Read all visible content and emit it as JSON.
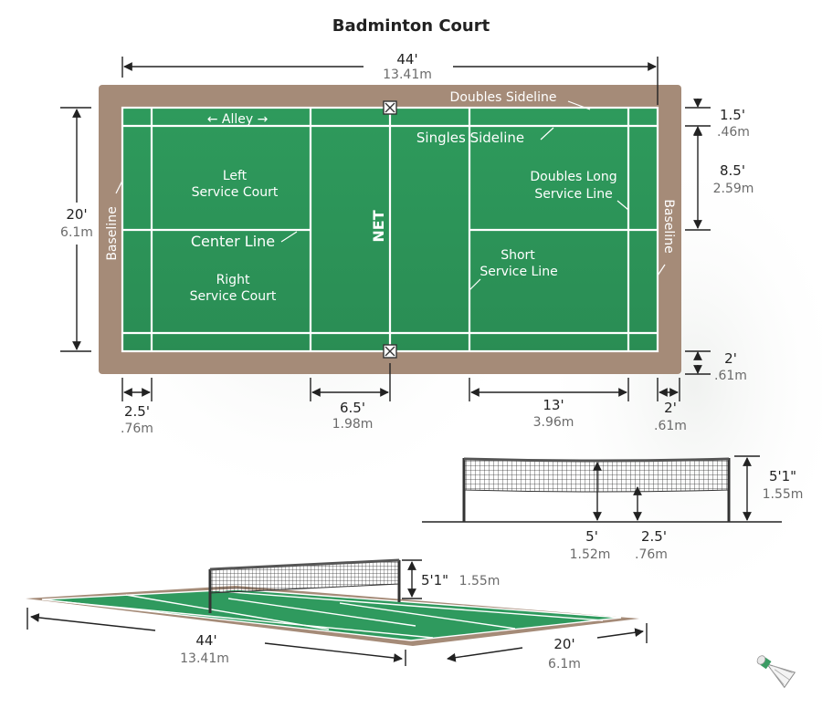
{
  "title": "Badminton Court",
  "court_labels": {
    "alley": "← Alley →",
    "doubles_sideline": "Doubles Sideline",
    "singles_sideline": "Singles Sideline",
    "left_service_court_1": "Left",
    "left_service_court_2": "Service Court",
    "right_service_court_1": "Right",
    "right_service_court_2": "Service Court",
    "center_line": "Center Line",
    "net": "NET",
    "doubles_long_service_line_1": "Doubles Long",
    "doubles_long_service_line_2": "Service Line",
    "short_service_line_1": "Short",
    "short_service_line_2": "Service Line",
    "baseline_left": "Baseline",
    "baseline_right": "Baseline"
  },
  "dimensions": {
    "length_ft": "44'",
    "length_m": "13.41m",
    "width_ft": "20'",
    "width_m": "6.1m",
    "alley_width_ft": "1.5'",
    "alley_width_m": ".46m",
    "service_width_ft": "8.5'",
    "service_width_m": "2.59m",
    "right_gap_ft": "2'",
    "right_gap_m": ".61m",
    "back_left_ft": "2.5'",
    "back_left_m": ".76m",
    "net_gap_ft": "6.5'",
    "net_gap_m": "1.98m",
    "service_len_ft": "13'",
    "service_len_m": "3.96m",
    "back_right_ft": "2'",
    "back_right_m": ".61m"
  },
  "net_elevation": {
    "height_ft": "5'1\"",
    "height_m": "1.55m",
    "center_ft": "5'",
    "center_m": "1.52m",
    "depth_ft": "2.5'",
    "depth_m": ".76m"
  },
  "perspective": {
    "net_ft": "5'1\"",
    "net_m": "1.55m",
    "length_ft": "44'",
    "length_m": "13.41m",
    "width_ft": "20'",
    "width_m": "6.1m"
  },
  "colors": {
    "court_green": "#2f9a5e",
    "surround": "#a58b78",
    "line": "#ffffff",
    "text_dark": "#222222",
    "text_gray": "#6b6b6b"
  },
  "icons": {
    "shuttlecock": "shuttlecock-icon",
    "net_post": "net-post-icon"
  }
}
